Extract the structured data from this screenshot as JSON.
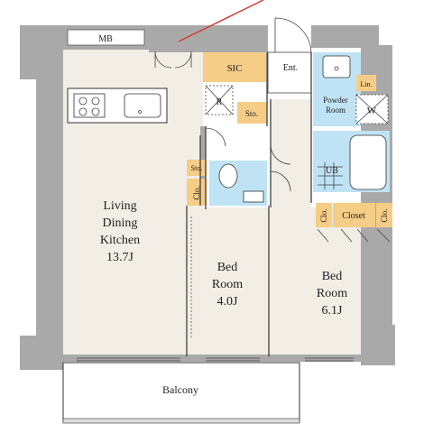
{
  "labels": {
    "mb": "MB",
    "sic": "SIC",
    "ent": "Ent.",
    "lin": "Lin.",
    "powder_room_1": "Powder",
    "powder_room_2": "Room",
    "washer": "W",
    "refrigerator": "R",
    "storage_top": "Sto.",
    "storage_mid": "Sto.",
    "closet_bed1": "Clo.",
    "unit_bath": "UB",
    "closet_left": "Clo.",
    "closet_center": "Closet",
    "closet_right": "Clo.",
    "ldk_line1": "Living",
    "ldk_line2": "Dining",
    "ldk_line3": "Kitchen",
    "ldk_size": "13.7J",
    "bed1_line1": "Bed",
    "bed1_line2": "Room",
    "bed1_size": "4.0J",
    "bed2_line1": "Bed",
    "bed2_line2": "Room",
    "bed2_size": "6.1J",
    "balcony": "Balcony"
  },
  "colors": {
    "wall": "#a9a9a9",
    "floor": "#f2eee6",
    "wet_area": "#bfe3f4",
    "storage": "#f5cd86",
    "orientation_line": "#d0402c"
  }
}
